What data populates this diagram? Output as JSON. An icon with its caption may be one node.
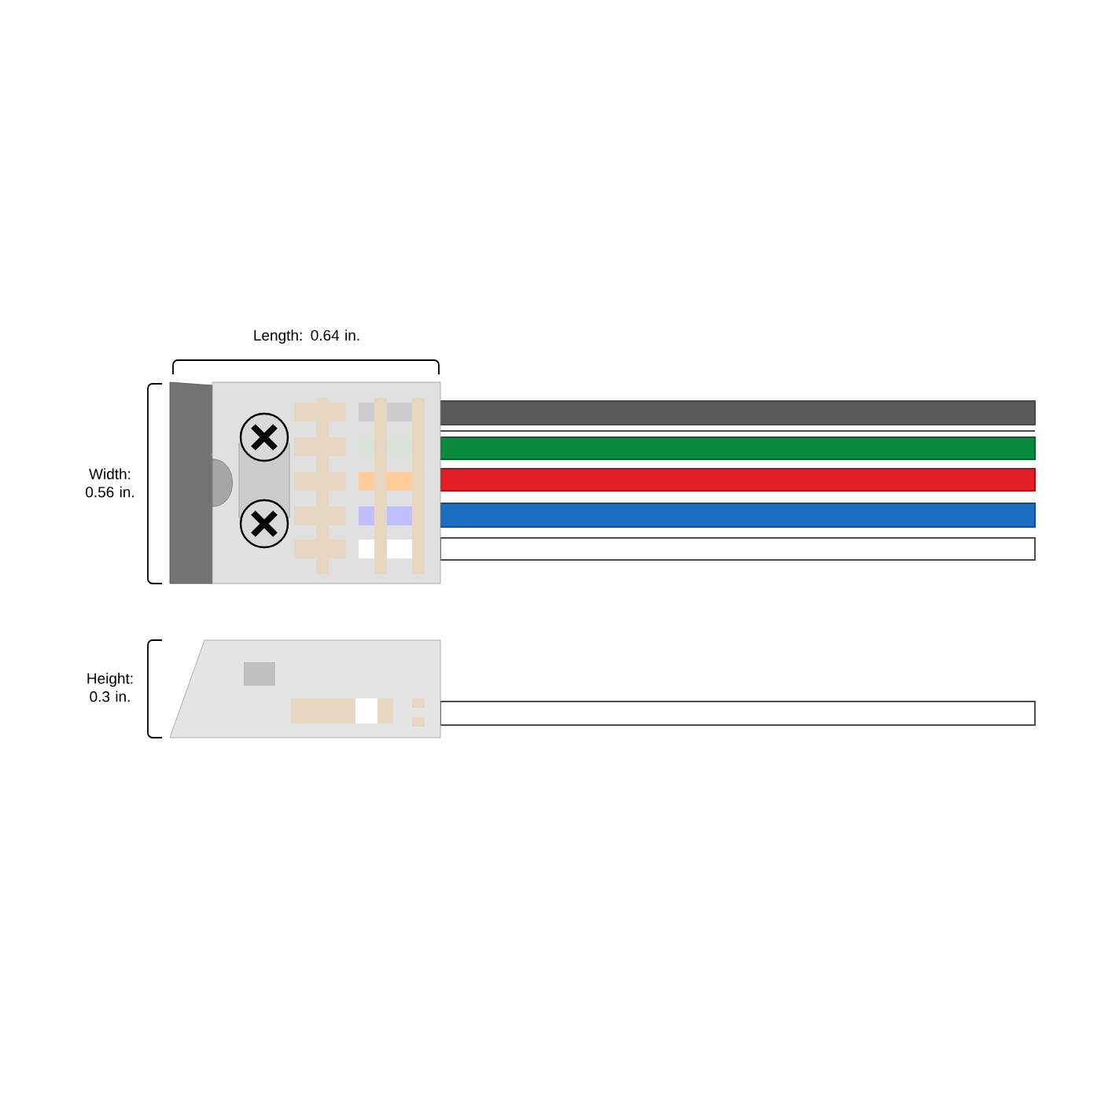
{
  "diagram": {
    "labels": [
      "Length: 0.64 in.",
      "Width: 0.56 in.",
      "Height: 0.3 in."
    ]
  }
}
